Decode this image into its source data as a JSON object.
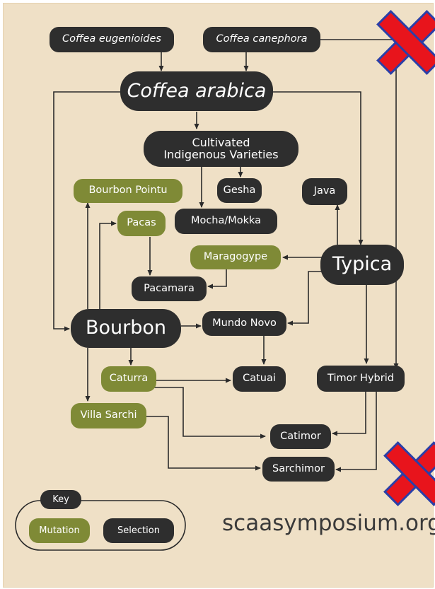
{
  "nodes": {
    "eugenioides": "Coffea eugenioides",
    "canephora": "Coffea canephora",
    "arabica": "Coffea arabica",
    "indigenous": "Cultivated Indigenous Varieties",
    "gesha": "Gesha",
    "mocha": "Mocha/Mokka",
    "java": "Java",
    "bourbon_pointu": "Bourbon Pointu",
    "pacas": "Pacas",
    "maragogype": "Maragogype",
    "typica": "Typica",
    "pacamara": "Pacamara",
    "bourbon": "Bourbon",
    "mundo_novo": "Mundo Novo",
    "caturra": "Caturra",
    "catuai": "Catuai",
    "timor_hybrid": "Timor Hybrid",
    "villa_sarchi": "Villa Sarchi",
    "catimor": "Catimor",
    "sarchimor": "Sarchimor"
  },
  "key": {
    "title": "Key",
    "mutation": "Mutation",
    "selection": "Selection"
  },
  "watermark": "scaasymposium.org",
  "colors": {
    "background": "#efe0c6",
    "selection": "#2e2e2e",
    "mutation": "#7f8a36",
    "x_mark": "#e8141c",
    "x_mark_outline": "#2a3fa8"
  },
  "icons": [
    "x-mark-icon"
  ]
}
